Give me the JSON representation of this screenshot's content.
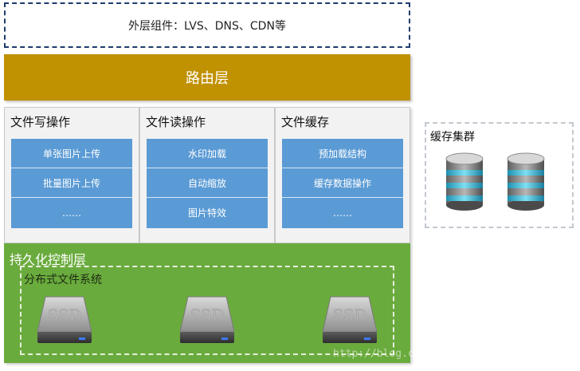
{
  "outer_layer": {
    "label": "外层组件：LVS、DNS、CDN等"
  },
  "routing_layer": {
    "label": "路由层"
  },
  "panels": [
    {
      "title": "文件写操作",
      "items": [
        "单张图片上传",
        "批量图片上传",
        "……"
      ]
    },
    {
      "title": "文件读操作",
      "items": [
        "水印加载",
        "自动缩放",
        "图片特效"
      ]
    },
    {
      "title": "文件缓存",
      "items": [
        "预加载结构",
        "缓存数据操作",
        "……"
      ]
    }
  ],
  "persistence_layer": {
    "title": "持久化控制层",
    "dfs_title": "分布式文件系统",
    "drive_label": "SSD",
    "drive_count": 3
  },
  "cache_cluster": {
    "title": "缓存集群",
    "db_count": 2
  },
  "watermark": "http://blog.csdn.net/yinwenjie",
  "colors": {
    "outer_border": "#1f3b6e",
    "routing": "#c09100",
    "panel_blue": "#5b9bd5",
    "persistence_green": "#6aab3d",
    "db_teal": "#4fc3d9"
  }
}
